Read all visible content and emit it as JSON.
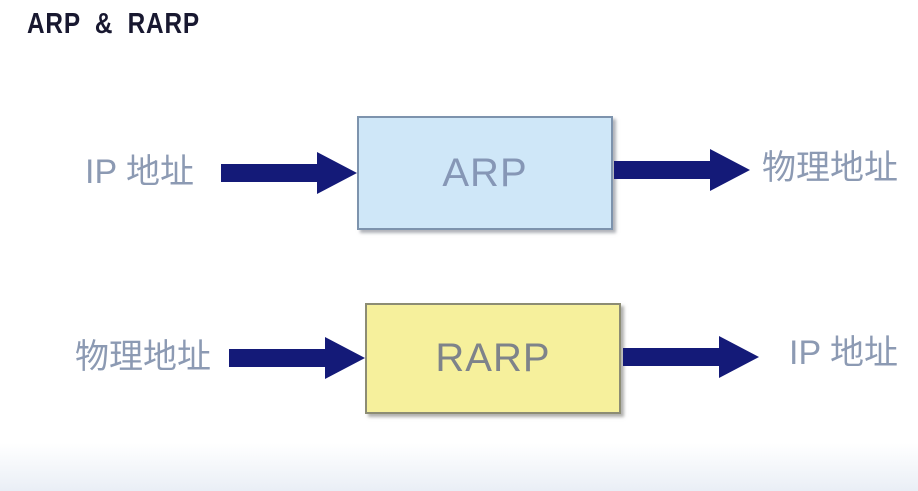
{
  "title": "ARP & RARP",
  "diagram": {
    "rows": [
      {
        "input_label": "IP 地址",
        "box_label": "ARP",
        "output_label": "物理地址",
        "box_style": "blue"
      },
      {
        "input_label": "物理地址",
        "box_label": "RARP",
        "output_label": "IP 地址",
        "box_style": "yellow"
      }
    ]
  },
  "icons": {
    "flow_arrow": "right-arrow-icon"
  },
  "colors": {
    "title_text": "#181830",
    "label_text": "#8c9ab3",
    "arrow": "#141a78",
    "arp_box_fill": "#cfe7f8",
    "arp_box_border": "#7d93ad",
    "arp_box_text": "#8697b6",
    "rarp_box_fill": "#f6f09c",
    "rarp_box_border": "#8c8c74",
    "rarp_box_text": "#7e838a",
    "background": "#ffffff",
    "bottom_band": "#edf1f7"
  }
}
